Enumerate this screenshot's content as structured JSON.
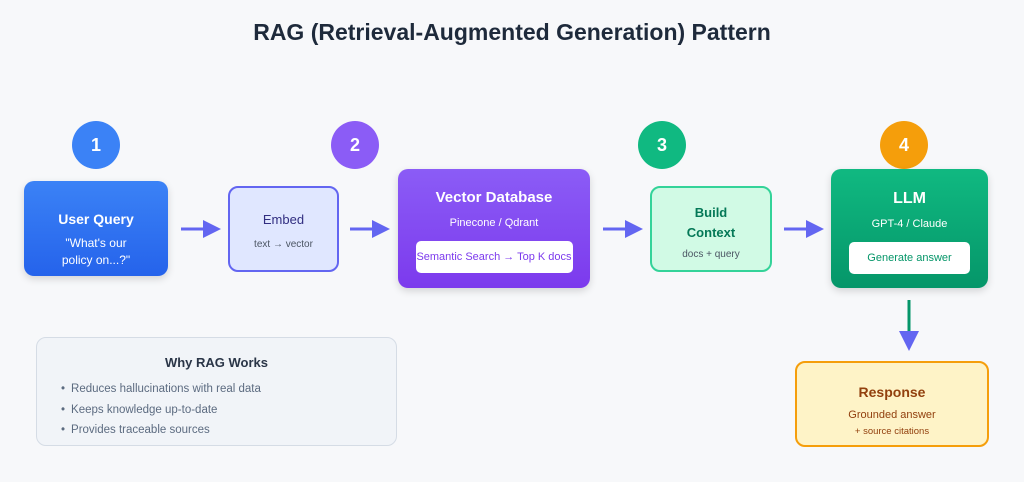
{
  "title": "RAG (Retrieval-Augmented Generation) Pattern",
  "steps": [
    {
      "number": "1",
      "color": "#3b82f6"
    },
    {
      "number": "2",
      "color": "#8b5cf6"
    },
    {
      "number": "3",
      "color": "#10b981"
    },
    {
      "number": "4",
      "color": "#f59e0b"
    }
  ],
  "nodes": {
    "user_query": {
      "title": "User Query",
      "line1": "\"What's our",
      "line2": "policy on...?\""
    },
    "embed": {
      "title": "Embed",
      "subtitle": "text → vector"
    },
    "vector_db": {
      "title": "Vector Database",
      "subtitle": "Pinecone / Qdrant",
      "inner": "Semantic Search → Top K docs"
    },
    "build_context": {
      "title_line1": "Build",
      "title_line2": "Context",
      "subtitle": "docs + query"
    },
    "llm": {
      "title": "LLM",
      "subtitle": "GPT-4 / Claude",
      "inner": "Generate answer"
    },
    "response": {
      "title": "Response",
      "subtitle": "Grounded answer",
      "note": "+ source citations"
    }
  },
  "why_rag": {
    "title": "Why RAG Works",
    "bullet": "•",
    "items": [
      "Reduces hallucinations with real data",
      "Keeps knowledge up-to-date",
      "Provides traceable sources"
    ]
  },
  "colors": {
    "arrow": "#6366f1",
    "down_arrow_stem": "#059669"
  }
}
